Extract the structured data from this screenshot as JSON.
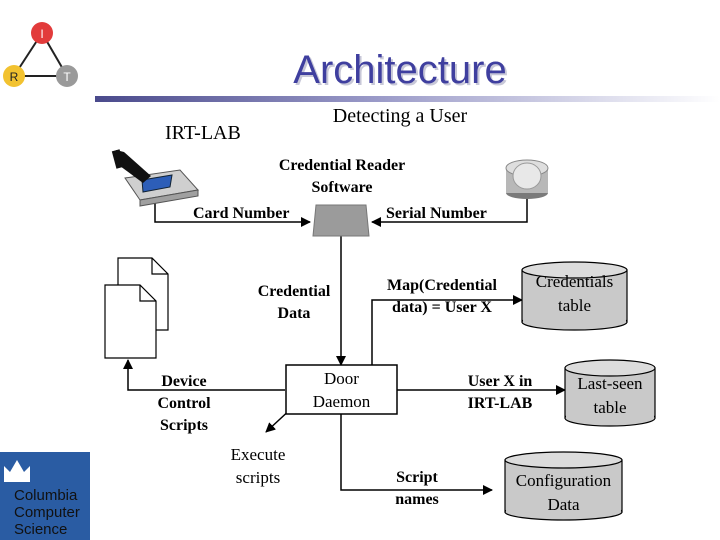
{
  "slide": {
    "title": "Architecture",
    "subtitle": "Detecting a User",
    "lab_label": "IRT-LAB"
  },
  "irt_logo": {
    "nodes": [
      "I",
      "R",
      "T"
    ],
    "colors": {
      "I": "#e23b3b",
      "R": "#f2c230",
      "T": "#9a9a9a"
    }
  },
  "diagram": {
    "reader_label": [
      "Credential Reader",
      "Software"
    ],
    "card_number": "Card Number",
    "serial_number": "Serial Number",
    "credential_data": [
      "Credential",
      "Data"
    ],
    "map_text": [
      "Map(Credential",
      "data) = User X"
    ],
    "credentials_table": [
      "Credentials",
      "table"
    ],
    "device_scripts": [
      "Device",
      "Control",
      "Scripts"
    ],
    "door_daemon": [
      "Door",
      "Daemon"
    ],
    "user_in_lab": [
      "User X in",
      "IRT-LAB"
    ],
    "last_seen_table": [
      "Last-seen",
      "table"
    ],
    "execute_scripts": [
      "Execute",
      "scripts"
    ],
    "script_names": [
      "Script",
      "names"
    ],
    "configuration_data": [
      "Configuration",
      "Data"
    ]
  },
  "footer_logo": {
    "lines": [
      "Columbia",
      "Computer",
      "Science"
    ],
    "color": "#2a5ca3"
  }
}
